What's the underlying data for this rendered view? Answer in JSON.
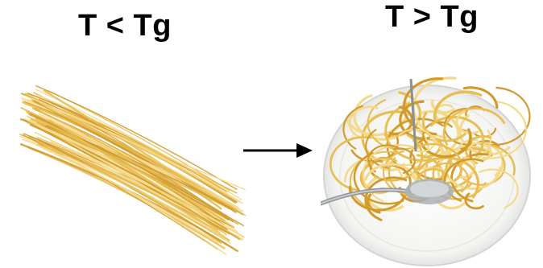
{
  "labels": {
    "left": "T < Tg",
    "right": "T > Tg"
  },
  "colors": {
    "pasta_light": "#f4d98a",
    "pasta_mid": "#e8bd52",
    "pasta_dark": "#d19a2a",
    "plate": "#f7f7f5",
    "plate_rim": "#dcdcda",
    "fork": "#9aa0a6",
    "arrow": "#000000"
  },
  "icons": {
    "dry": "dry-spaghetti-bundle",
    "arrow": "right-arrow",
    "cooked": "cooked-spaghetti-plate"
  }
}
